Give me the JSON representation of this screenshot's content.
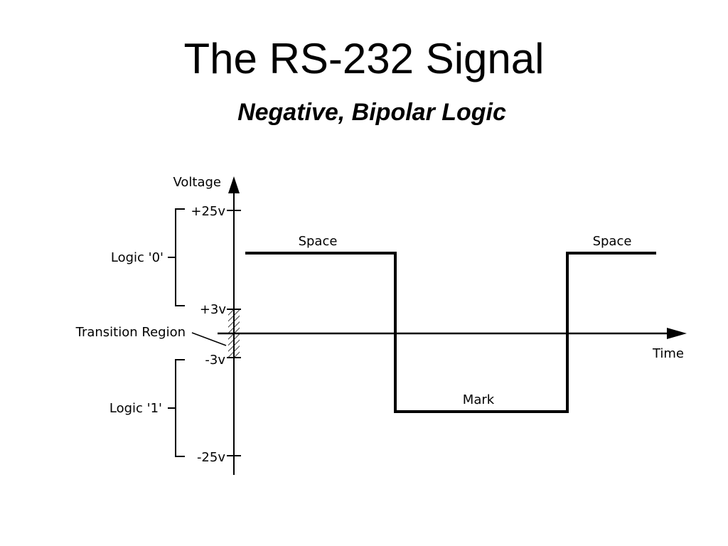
{
  "slide": {
    "title": "The RS-232 Signal",
    "subtitle": "Negative, Bipolar Logic"
  },
  "diagram": {
    "y_axis_label": "Voltage",
    "x_axis_label": "Time",
    "tick_labels": {
      "plus_25": "+25v",
      "plus_3": "+3v",
      "minus_3": "-3v",
      "minus_25": "-25v"
    },
    "region_labels": {
      "logic_0": "Logic '0'",
      "logic_1": "Logic '1'",
      "transition": "Transition Region"
    },
    "signal_labels": {
      "space_left": "Space",
      "mark": "Mark",
      "space_right": "Space"
    },
    "colors": {
      "line": "#000000",
      "background": "#ffffff"
    }
  }
}
